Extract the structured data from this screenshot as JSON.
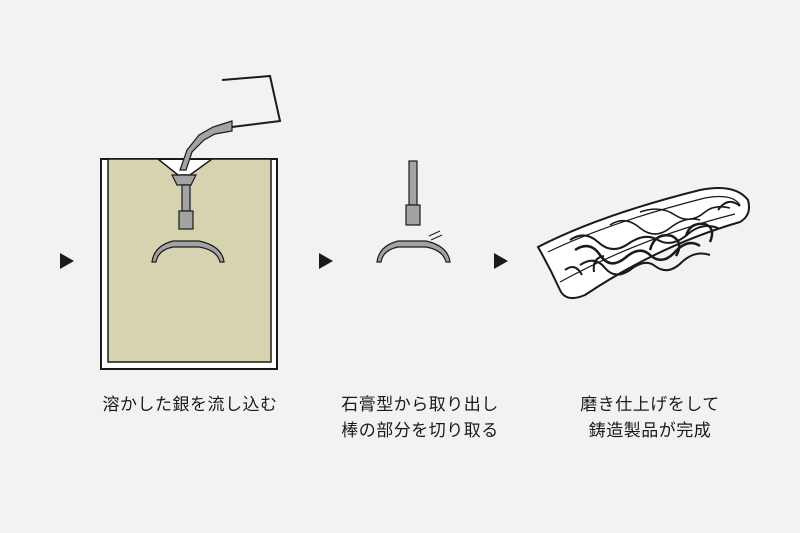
{
  "steps": [
    {
      "caption_lines": [
        "溶かした銀を流し込む"
      ],
      "icon": "casting-mold-icon"
    },
    {
      "caption_lines": [
        "石膏型から取り出し",
        "棒の部分を切り取る"
      ],
      "icon": "cut-sprue-icon"
    },
    {
      "caption_lines": [
        "磨き仕上げをして",
        "鋳造製品が完成"
      ],
      "icon": "finished-bangle-icon"
    }
  ],
  "arrow_icon": "triangle-arrow-icon",
  "colors": {
    "background": "#f2f2f2",
    "plaster": "#d6d3b0",
    "metal": "#a3a3a3",
    "stroke": "#1a1a1a",
    "text": "#1a1a1a"
  }
}
